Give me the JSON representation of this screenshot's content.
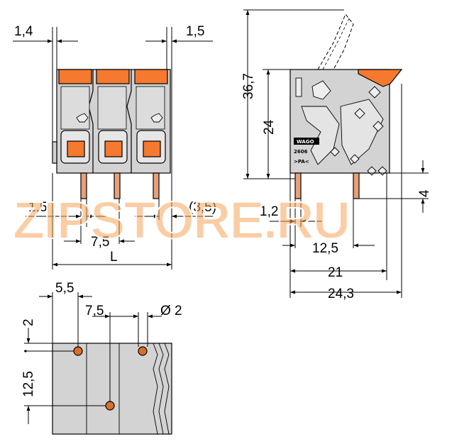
{
  "watermark": {
    "text": "ZIPSTORE.RU"
  },
  "front_view": {
    "dims": {
      "top_left": "1,4",
      "top_right": "1,5",
      "pin_left": "1,5",
      "pin_right": "(3,5)",
      "pitch": "7,5",
      "length": "L"
    }
  },
  "side_view": {
    "dims": {
      "total_height": "36,7",
      "body_height": "24",
      "pin_length": "4",
      "pin_width": "1,2",
      "pin_spacing": "12,5",
      "depth": "21",
      "overall_depth": "24,3"
    },
    "label_brand": "WAGO",
    "label_series": "2606",
    "label_material": ">PA<"
  },
  "footprint": {
    "dims": {
      "offset_x": "5,5",
      "pitch": "7,5",
      "hole_dia": "Ø 2",
      "offset_y": "2",
      "row_spacing": "12,5"
    }
  },
  "colors": {
    "body": "#d3d3d3",
    "lever": "#f5792f",
    "pin": "#e8a07a",
    "line": "#000000",
    "hole": "#d86f2a"
  }
}
